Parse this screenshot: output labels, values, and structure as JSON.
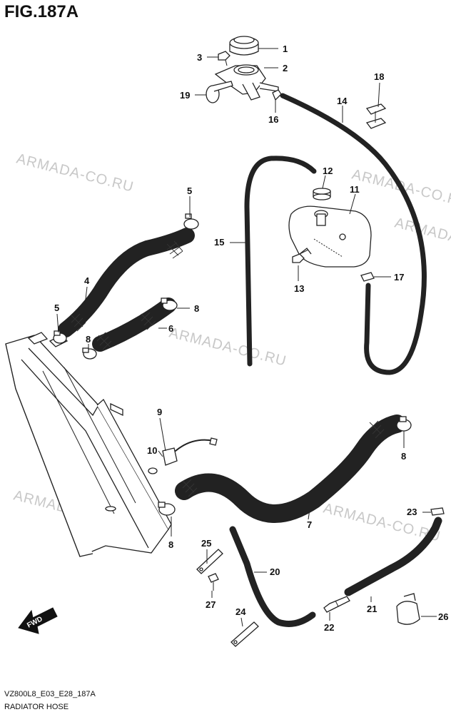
{
  "figure": {
    "title": "FIG.187A",
    "code": "VZ800L8_E03_E28_187A",
    "caption": "RADIATOR HOSE"
  },
  "watermarks": [
    "ARMADA-CO.RU",
    "ARMADA-CO.RU",
    "ARMADA-CO.RU",
    "ARMADA-CO.RU",
    "ARMADA-CO.RU",
    "ARMADA-CO.RU"
  ],
  "fwd_label": "FWD",
  "callouts": [
    "1",
    "2",
    "3",
    "16",
    "19",
    "14",
    "18",
    "12",
    "11",
    "15",
    "5",
    "4",
    "5",
    "8",
    "8",
    "6",
    "13",
    "17",
    "9",
    "10",
    "8",
    "7",
    "8",
    "23",
    "25",
    "20",
    "27",
    "21",
    "26",
    "24",
    "22"
  ]
}
